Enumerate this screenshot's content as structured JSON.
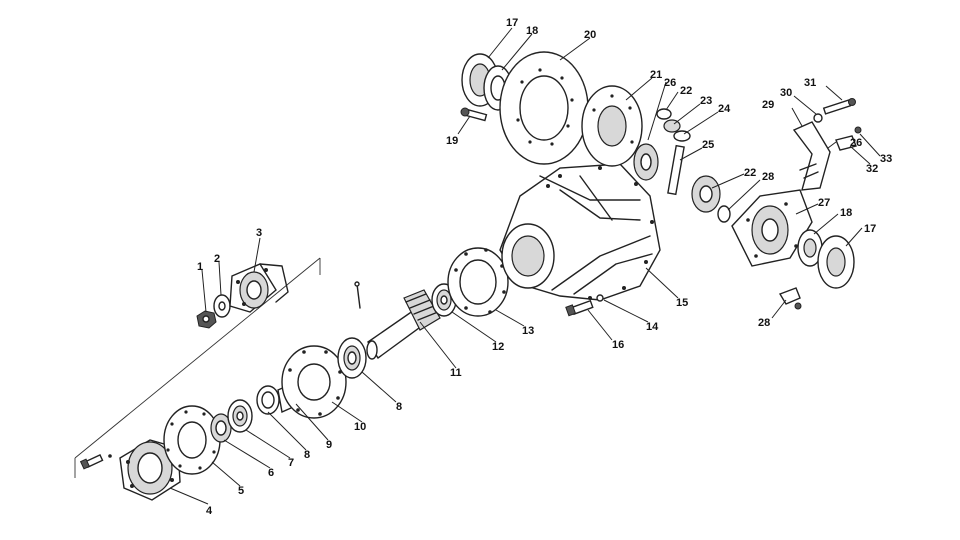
{
  "callouts": [
    {
      "id": "c1",
      "text": "1"
    },
    {
      "id": "c2",
      "text": "2"
    },
    {
      "id": "c3",
      "text": "3"
    },
    {
      "id": "c4",
      "text": "4"
    },
    {
      "id": "c5",
      "text": "5"
    },
    {
      "id": "c6",
      "text": "6"
    },
    {
      "id": "c7",
      "text": "7"
    },
    {
      "id": "c8a",
      "text": "8"
    },
    {
      "id": "c8b",
      "text": "8"
    },
    {
      "id": "c9",
      "text": "9"
    },
    {
      "id": "c10",
      "text": "10"
    },
    {
      "id": "c11",
      "text": "11"
    },
    {
      "id": "c12",
      "text": "12"
    },
    {
      "id": "c13",
      "text": "13"
    },
    {
      "id": "c14",
      "text": "14"
    },
    {
      "id": "c15",
      "text": "15"
    },
    {
      "id": "c16",
      "text": "16"
    },
    {
      "id": "c17a",
      "text": "17"
    },
    {
      "id": "c17b",
      "text": "17"
    },
    {
      "id": "c18a",
      "text": "18"
    },
    {
      "id": "c18b",
      "text": "18"
    },
    {
      "id": "c19",
      "text": "19"
    },
    {
      "id": "c20",
      "text": "20"
    },
    {
      "id": "c21",
      "text": "21"
    },
    {
      "id": "c22a",
      "text": "22"
    },
    {
      "id": "c22b",
      "text": "22"
    },
    {
      "id": "c23",
      "text": "23"
    },
    {
      "id": "c24",
      "text": "24"
    },
    {
      "id": "c25",
      "text": "25"
    },
    {
      "id": "c26a",
      "text": "26"
    },
    {
      "id": "c26b",
      "text": "26"
    },
    {
      "id": "c27",
      "text": "27"
    },
    {
      "id": "c28a",
      "text": "28"
    },
    {
      "id": "c28b",
      "text": "28"
    },
    {
      "id": "c29",
      "text": "29"
    },
    {
      "id": "c30",
      "text": "30"
    },
    {
      "id": "c31",
      "text": "31"
    },
    {
      "id": "c32",
      "text": "32"
    },
    {
      "id": "c33",
      "text": "33"
    }
  ]
}
